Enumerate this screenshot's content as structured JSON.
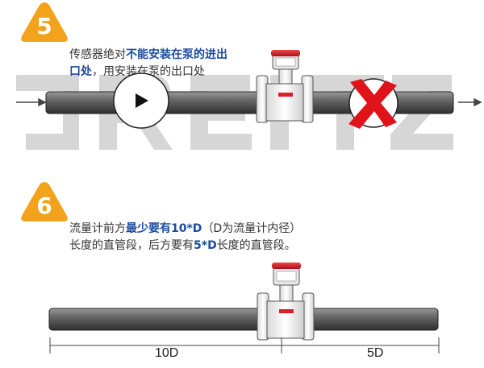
{
  "colors": {
    "badge_orange": "#f2a21b",
    "highlight_blue": "#1a4c9e",
    "pipe_gray": "#6e6e6e",
    "flange_red": "#d9202b",
    "cross_red": "#e0121a",
    "watermark_gray": "#cfcfcf"
  },
  "watermark": "JREITZ",
  "step5": {
    "number": "5",
    "line1_normal": "传感器绝对",
    "line1_bold": "不能安装在泵的进出",
    "line2_bold": "口处",
    "line2_normal": "，用安装在泵的出口处",
    "pump_icon": "play-triangle-icon",
    "forbidden_icon": "red-x-icon"
  },
  "step6": {
    "number": "6",
    "line1_a": "流量计前方",
    "line1_b": "最少要有10*D",
    "line1_c": "（D为流量计内径）",
    "line2_a": "长度的直管段，后方要有",
    "line2_b": "5*D",
    "line2_c": "长度的直管段。",
    "upstream_label": "10D",
    "downstream_label": "5D"
  }
}
